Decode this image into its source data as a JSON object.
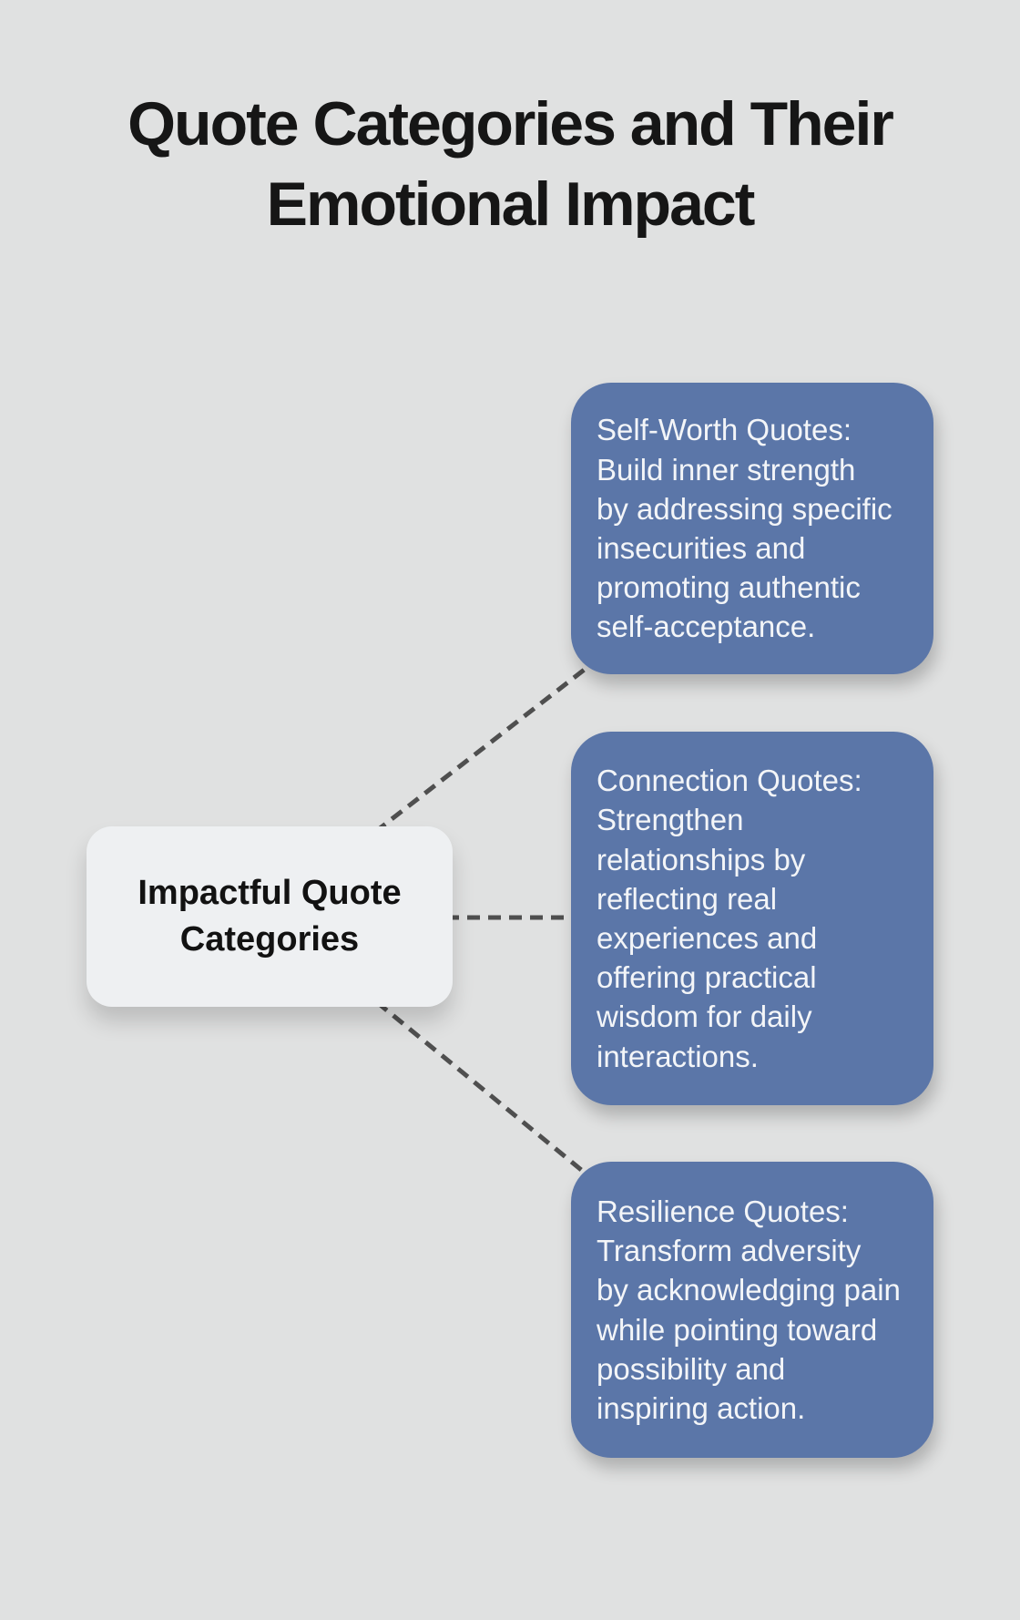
{
  "colors": {
    "background": "#e0e1e1",
    "accent": "#5b76a8",
    "node-fill": "#eef0f2",
    "branch-text": "#f3f5f8",
    "connector": "#4f4f4f",
    "title-color": "#161616"
  },
  "title": {
    "lines": [
      "Quote Categories and Their",
      "Emotional Impact"
    ]
  },
  "center_node": {
    "lines": [
      "Impactful Quote",
      "Categories"
    ]
  },
  "branches": [
    {
      "id": "self-worth",
      "lines": [
        "Self-Worth Quotes:",
        "Build inner strength",
        "by addressing specific",
        "insecurities and",
        "promoting authentic",
        "self-acceptance."
      ]
    },
    {
      "id": "connection",
      "lines": [
        "Connection Quotes:",
        "Strengthen",
        "relationships by",
        "reflecting real",
        "experiences and",
        "offering practical",
        "wisdom for daily",
        "interactions."
      ]
    },
    {
      "id": "resilience",
      "lines": [
        "Resilience Quotes:",
        "Transform adversity",
        "by acknowledging pain",
        "while pointing toward",
        "possibility and",
        "inspiring action."
      ]
    }
  ]
}
